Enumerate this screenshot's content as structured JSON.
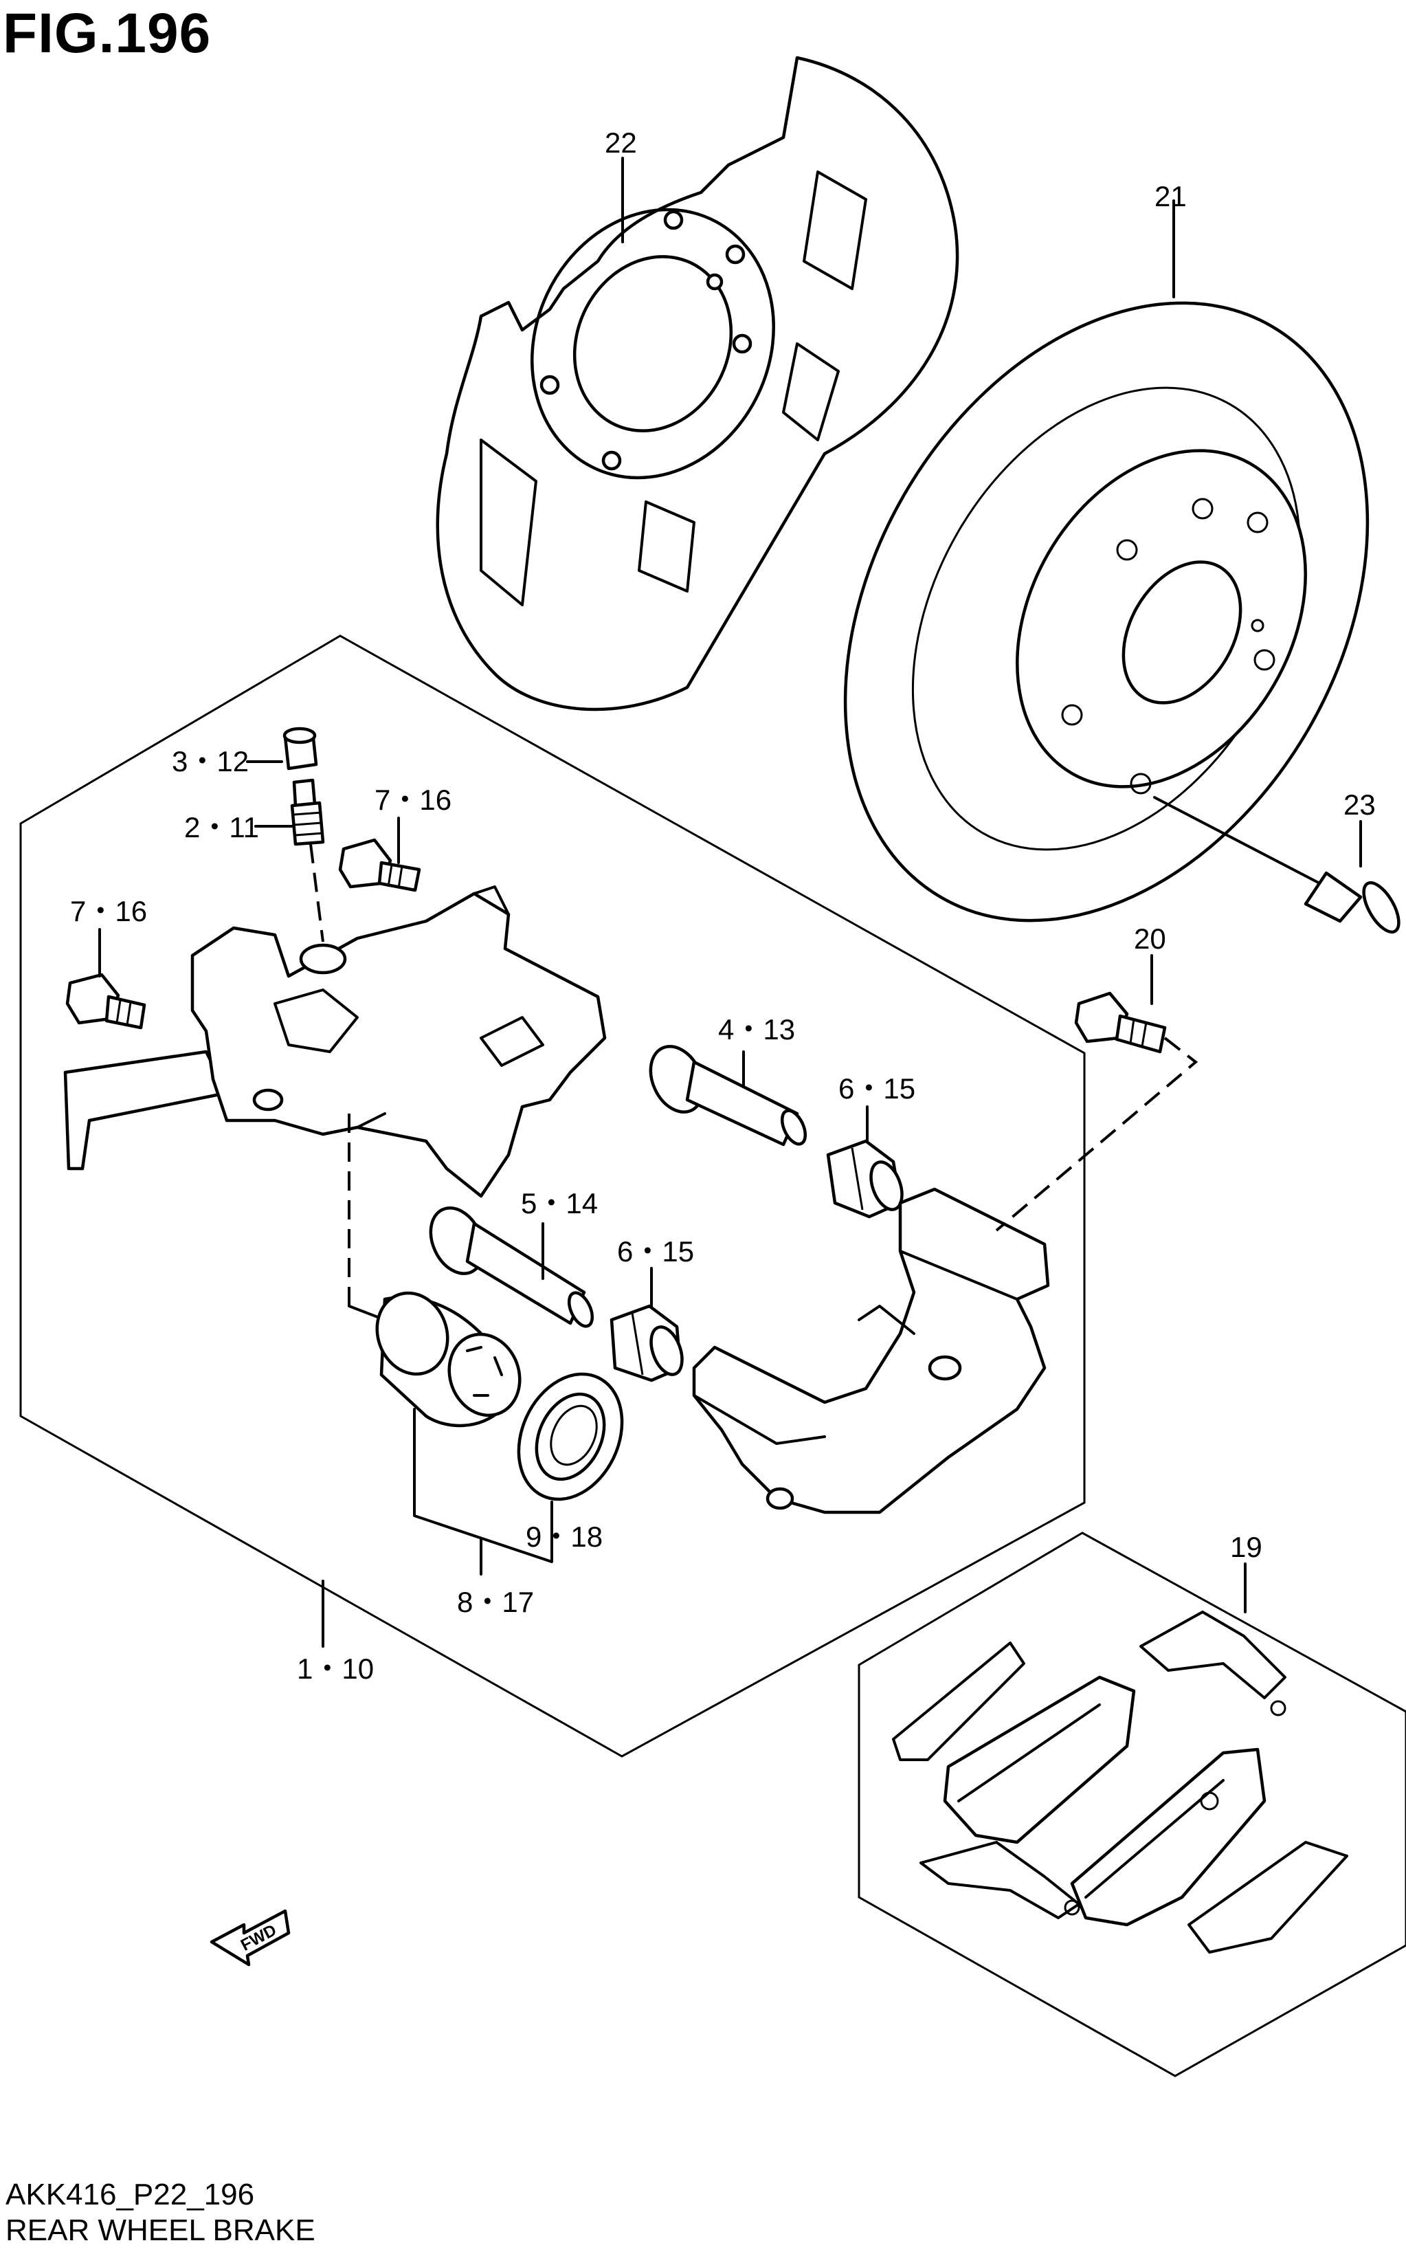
{
  "figure": {
    "title": "FIG.196",
    "code": "AKK416_P22_196",
    "name": "REAR WHEEL BRAKE"
  },
  "callouts": {
    "c22": "22",
    "c21": "21",
    "c3_12": "3・12",
    "c2_11": "2・11",
    "c7_16a": "7・16",
    "c7_16b": "7・16",
    "c23": "23",
    "c20": "20",
    "c4_13": "4・13",
    "c6_15a": "6・15",
    "c5_14": "5・14",
    "c6_15b": "6・15",
    "c9_18": "9・18",
    "c8_17": "8・17",
    "c1_10": "1・10",
    "c19": "19"
  },
  "fwd_label": "FWD"
}
